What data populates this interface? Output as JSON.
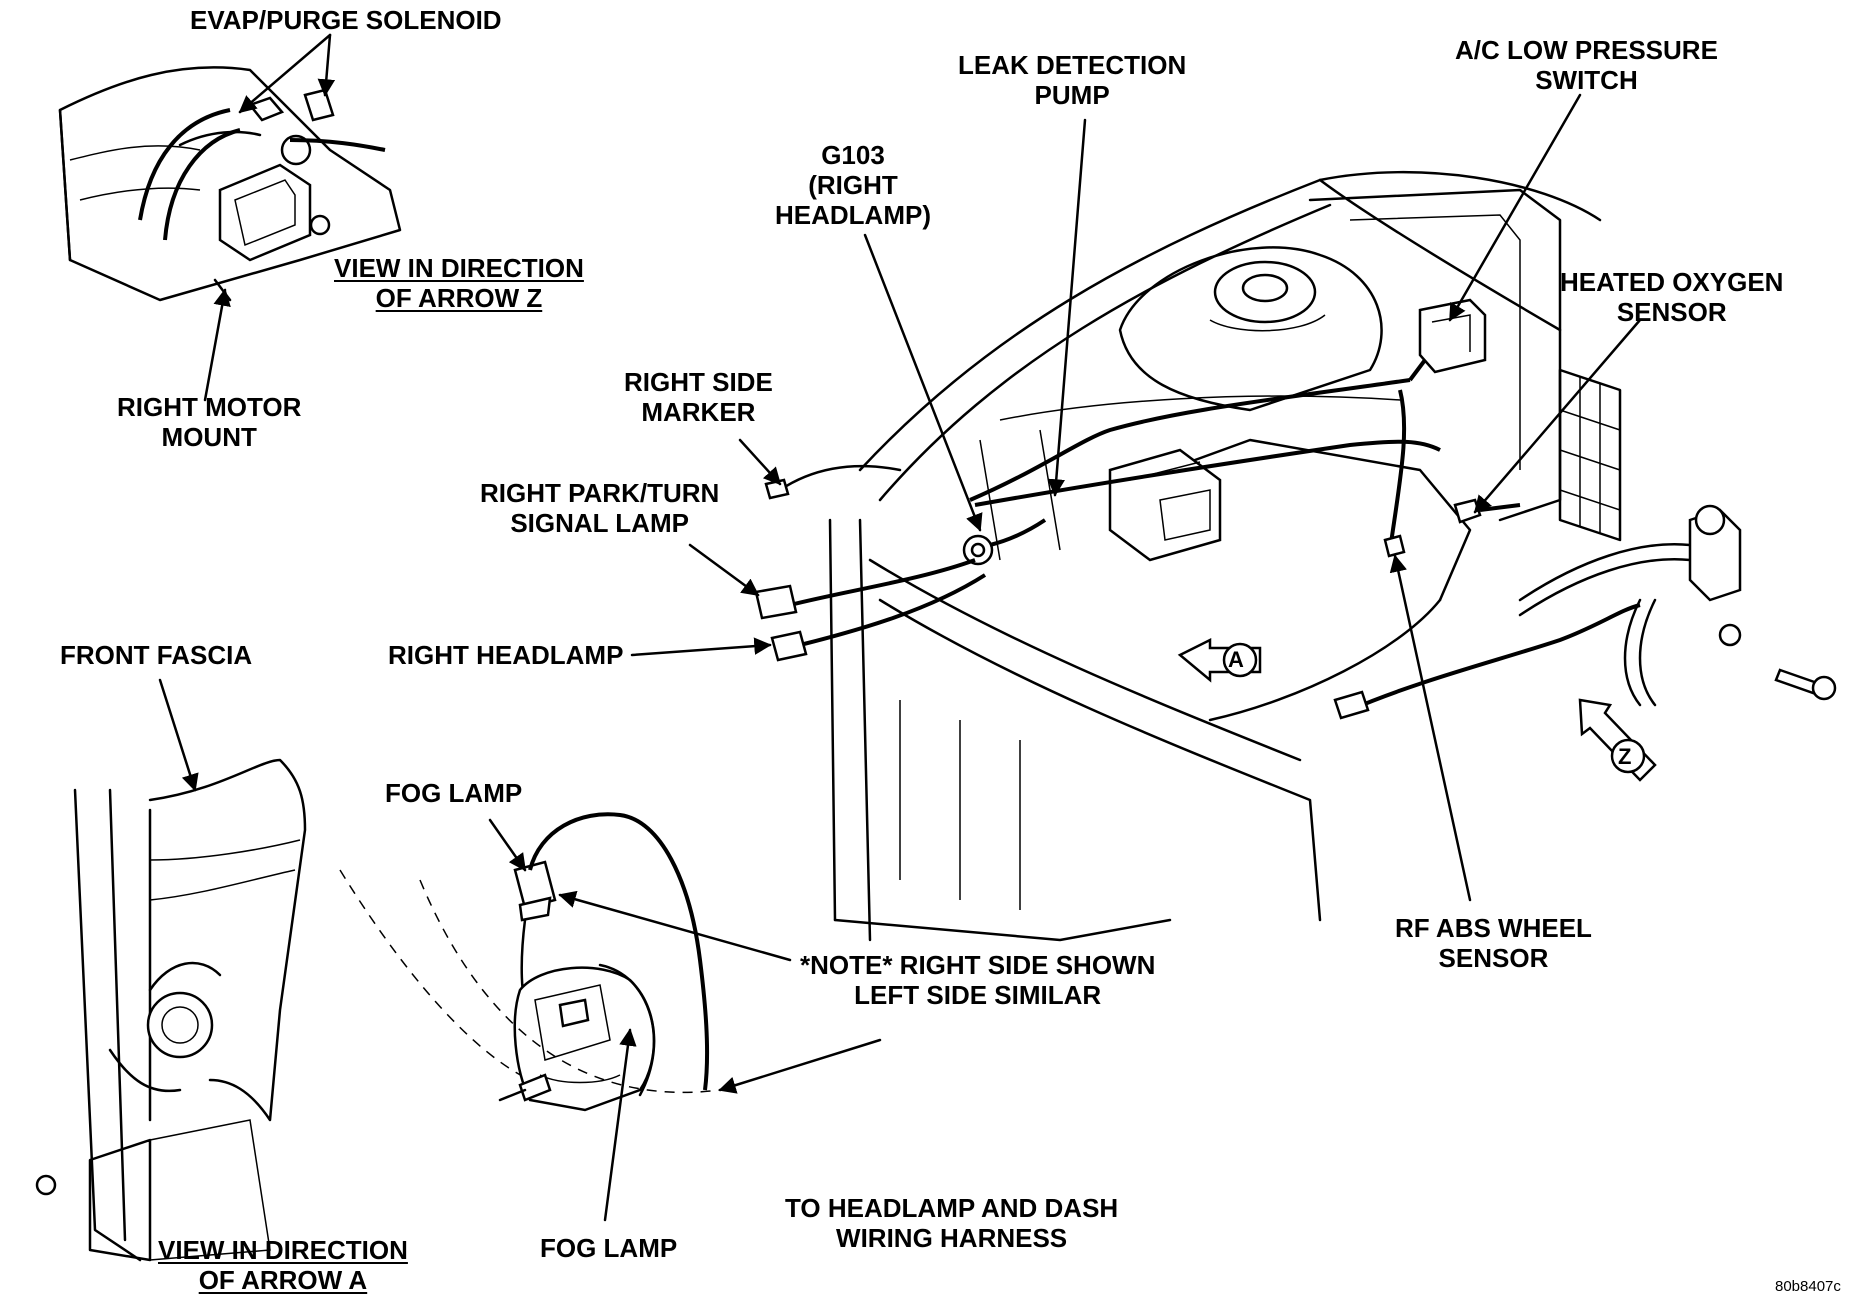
{
  "labels": {
    "evap_purge_solenoid": "EVAP/PURGE SOLENOID",
    "view_z": [
      "VIEW IN DIRECTION",
      "OF ARROW Z"
    ],
    "right_motor_mount": [
      "RIGHT MOTOR",
      "MOUNT"
    ],
    "leak_detection_pump": [
      "LEAK DETECTION",
      "PUMP"
    ],
    "g103": [
      "G103",
      "(RIGHT",
      "HEADLAMP)"
    ],
    "ac_low_pressure_switch": [
      "A/C LOW PRESSURE",
      "SWITCH"
    ],
    "heated_oxygen_sensor": [
      "HEATED OXYGEN",
      "SENSOR"
    ],
    "right_side_marker": [
      "RIGHT SIDE",
      "MARKER"
    ],
    "right_park_turn": [
      "RIGHT PARK/TURN",
      "SIGNAL LAMP"
    ],
    "right_headlamp": "RIGHT HEADLAMP",
    "front_fascia": "FRONT FASCIA",
    "fog_lamp_top": "FOG LAMP",
    "note": [
      "*NOTE* RIGHT SIDE SHOWN",
      "LEFT SIDE SIMILAR"
    ],
    "rf_abs_wheel_sensor": [
      "RF ABS WHEEL",
      "SENSOR"
    ],
    "to_headlamp_dash": [
      "TO HEADLAMP AND DASH",
      "WIRING HARNESS"
    ],
    "fog_lamp_bottom": "FOG LAMP",
    "view_a": [
      "VIEW IN DIRECTION",
      "OF ARROW A"
    ],
    "arrow_a": "A",
    "arrow_z": "Z"
  },
  "figure_code": "80b8407c"
}
